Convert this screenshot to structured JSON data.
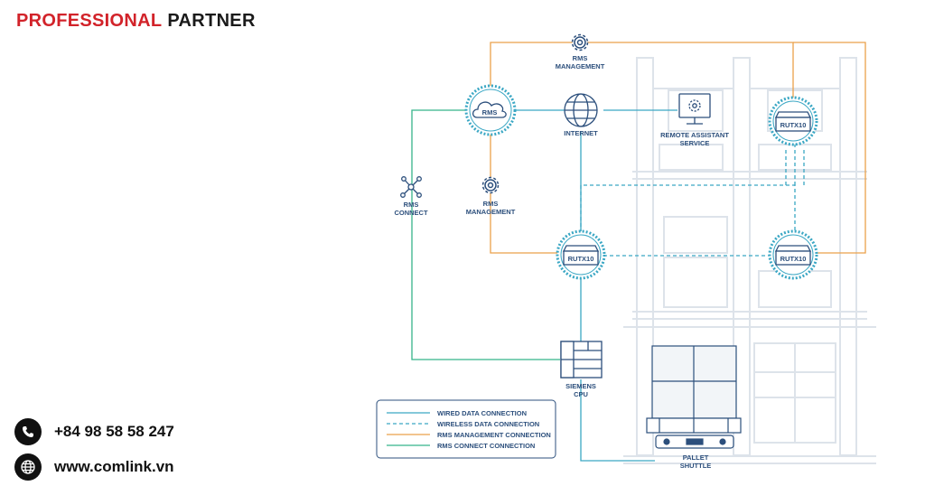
{
  "header": {
    "brand_red": "PROFESSIONAL",
    "brand_dark": "PARTNER"
  },
  "contact": {
    "phone": "+84 98 58 58 247",
    "website": "www.comlink.vn",
    "phone_icon": "phone-icon",
    "globe_icon": "globe-icon"
  },
  "nodes": {
    "rms_management_top": "RMS MANAGEMENT",
    "rms": "RMS",
    "internet": "INTERNET",
    "remote_assistant": "REMOTE ASSISTANT SERVICE",
    "rutx10_top": "RUTX10",
    "rms_connect": "RMS CONNECT",
    "rms_management_mid": "RMS MANAGEMENT",
    "rutx10_left": "RUTX10",
    "rutx10_right": "RUTX10",
    "siemens_cpu": "SIEMENS CPU",
    "pallet_shuttle": "PALLET SHUTTLE"
  },
  "legend": [
    {
      "label": "WIRED DATA CONNECTION",
      "color": "#3aa7c4",
      "style": "solid"
    },
    {
      "label": "WIRELESS DATA CONNECTION",
      "color": "#3aa7c4",
      "style": "dashed"
    },
    {
      "label": "RMS MANAGEMENT CONNECTION",
      "color": "#eba14a",
      "style": "solid"
    },
    {
      "label": "RMS CONNECT CONNECTION",
      "color": "#35b48a",
      "style": "solid"
    }
  ],
  "colors": {
    "brand_red": "#d2232a",
    "navy": "#2c4f7c",
    "rack": "#dde3ea",
    "wired": "#3aa7c4",
    "management": "#eba14a",
    "connect": "#35b48a"
  }
}
